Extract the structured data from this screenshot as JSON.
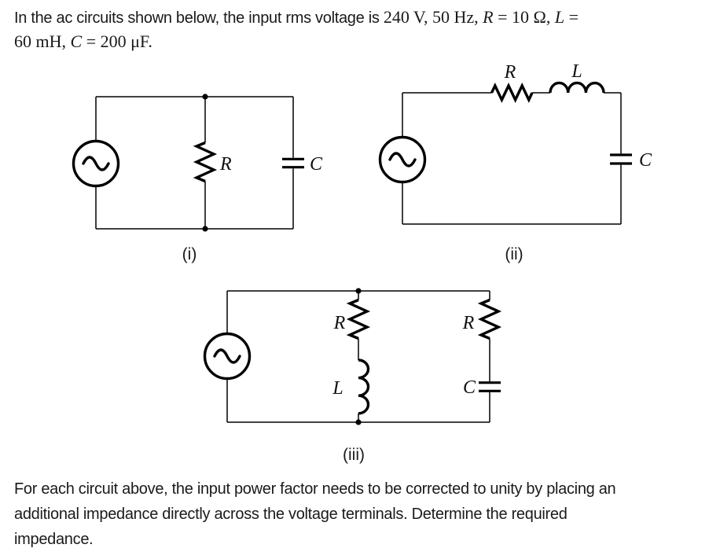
{
  "problem": {
    "intro": {
      "prefix_sans": "In the ac circuits shown below, the input rms voltage is ",
      "m1": "240 V, 50 Hz, ",
      "var_R": "R",
      "m2": " = 10 Ω, ",
      "var_L": "L",
      "m3": " =",
      "m4": "60 mH, ",
      "var_C": "C",
      "m5": " = 200 μF."
    },
    "closing": {
      "line1": "For each circuit above, the input power factor needs to be corrected to unity by placing an",
      "line2": "additional impedance directly across the voltage terminals. Determine the required",
      "line3": "impedance."
    }
  },
  "circuits": {
    "i": {
      "label": "(i)",
      "resistor": "R",
      "capacitor": "C"
    },
    "ii": {
      "label": "(ii)",
      "resistor": "R",
      "inductor": "L",
      "capacitor": "C"
    },
    "iii": {
      "label": "(iii)",
      "resistor_middle": "R",
      "inductor": "L",
      "resistor_right": "R",
      "capacitor": "C"
    }
  },
  "colors": {
    "ink": "#000000",
    "text": "#1a1a1a",
    "background": "#ffffff"
  }
}
